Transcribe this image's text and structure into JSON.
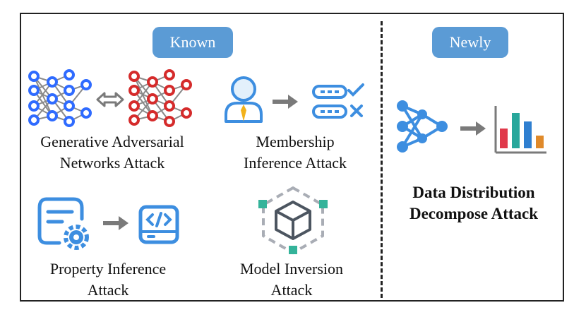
{
  "sections": {
    "known_label": "Known",
    "newly_label": "Newly"
  },
  "known_attacks": [
    {
      "line1": "Generative Adversarial",
      "line2": "Networks Attack"
    },
    {
      "line1": "Membership",
      "line2": "Inference Attack"
    },
    {
      "line1": "Property Inference",
      "line2": "Attack"
    },
    {
      "line1": "Model Inversion",
      "line2": "Attack"
    }
  ],
  "new_attack": {
    "line1": "Data Distribution",
    "line2": "Decompose Attack"
  },
  "colors": {
    "pill": "#5b9bd5",
    "blue_net": "#2f6bff",
    "red_net": "#d52b2b",
    "icon_blue": "#3d8ee0",
    "gray_arrow": "#7a7a7a",
    "teal": "#34b39a",
    "bar_red": "#e0394b",
    "bar_teal": "#28a79b",
    "bar_blue": "#2f7fd0",
    "bar_orange": "#e08a2b"
  },
  "icons": [
    "neural-net-blue-icon",
    "swap-arrows-icon",
    "neural-net-red-icon",
    "user-icon",
    "right-arrow-icon",
    "check-list-icon",
    "document-gear-icon",
    "code-monitor-icon",
    "cube-hexagon-icon",
    "neural-net-icon",
    "bar-chart-icon"
  ]
}
